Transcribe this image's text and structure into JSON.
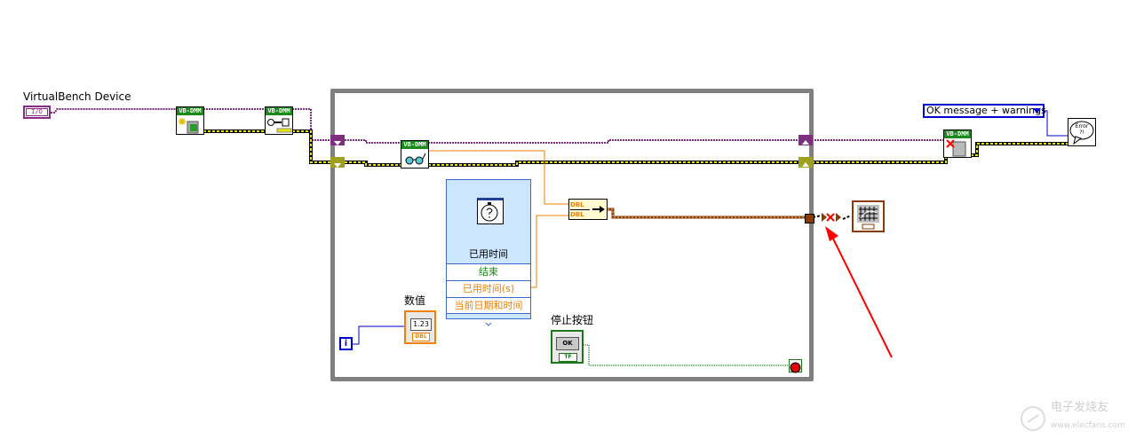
{
  "device_control": {
    "label": "VirtualBench Device",
    "terminal_text": "I/O"
  },
  "vis": {
    "initialize": {
      "header": "VB-DMM"
    },
    "configure": {
      "header": "VB-DMM"
    },
    "read": {
      "header": "VB-DMM"
    },
    "close": {
      "header": "VB-DMM"
    }
  },
  "elapsed_time": {
    "title": "已用时间",
    "outputs": [
      "结束",
      "已用时间(s)",
      "当前日期和时间"
    ]
  },
  "numeric_indicator": {
    "label": "数值",
    "display": "1.23",
    "type": "DBL"
  },
  "stop_button": {
    "label": "停止按钮",
    "button_text": "OK",
    "type": "TF"
  },
  "bundle": {
    "inputs": [
      "DBL",
      "DBL"
    ]
  },
  "error_handler": {
    "message_mode": "OK message + warnings",
    "icon_text": "Error ?!"
  },
  "iteration_terminal": "i",
  "colors": {
    "loop_frame": "#808080",
    "refnum_wire": "#7f2f7f",
    "error_wire": "#c8c800",
    "dbl_wire": "#f08000",
    "cluster_wire": "#8c3a00",
    "annotation_arrow": "#ff0000"
  },
  "watermark": {
    "text_cn": "电子发烧友",
    "text_url": "www.elecfans.com"
  }
}
